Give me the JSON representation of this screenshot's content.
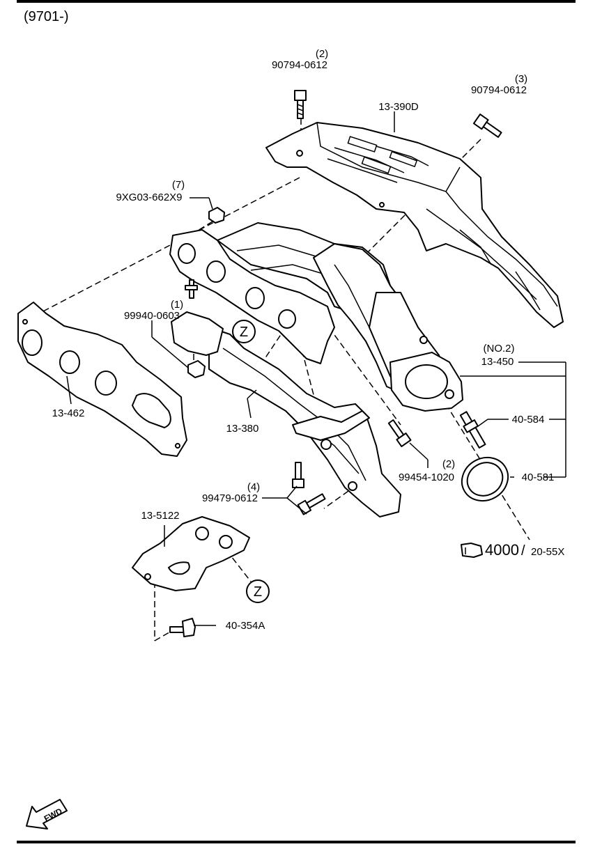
{
  "header": {
    "code": "(9701-)"
  },
  "parts": {
    "heat_insulator_upper": "13-390D",
    "bolt_top_qty": "(2)",
    "bolt_top": "90794-0612",
    "bolt_right_qty": "(3)",
    "bolt_right": "90794-0612",
    "nut_qty": "(7)",
    "nut": "9XG03-662X9",
    "stud_qty": "(1)",
    "stud": "99940-0603",
    "gasket": "13-462",
    "exhaust_manifold": "13-380",
    "lower_gasket_note": "(NO.2)",
    "lower_gasket": "13-450",
    "o2_sensor": "40-584",
    "ring_gasket": "40-581",
    "bolt_lower_qty": "(2)",
    "bolt_lower": "99454-1020",
    "bolt_bracket_qty": "(4)",
    "bolt_bracket": "99479-0612",
    "insulator_lower": "13-5122",
    "bolt_bottom": "40-354A",
    "zone_marker": "Z",
    "ref_page": "4000",
    "ref_slash": "/",
    "ref_code": "20-55X"
  },
  "fwd_label": "FWD",
  "icons": [
    "pointing-hand-icon",
    "fwd-arrow-icon"
  ]
}
